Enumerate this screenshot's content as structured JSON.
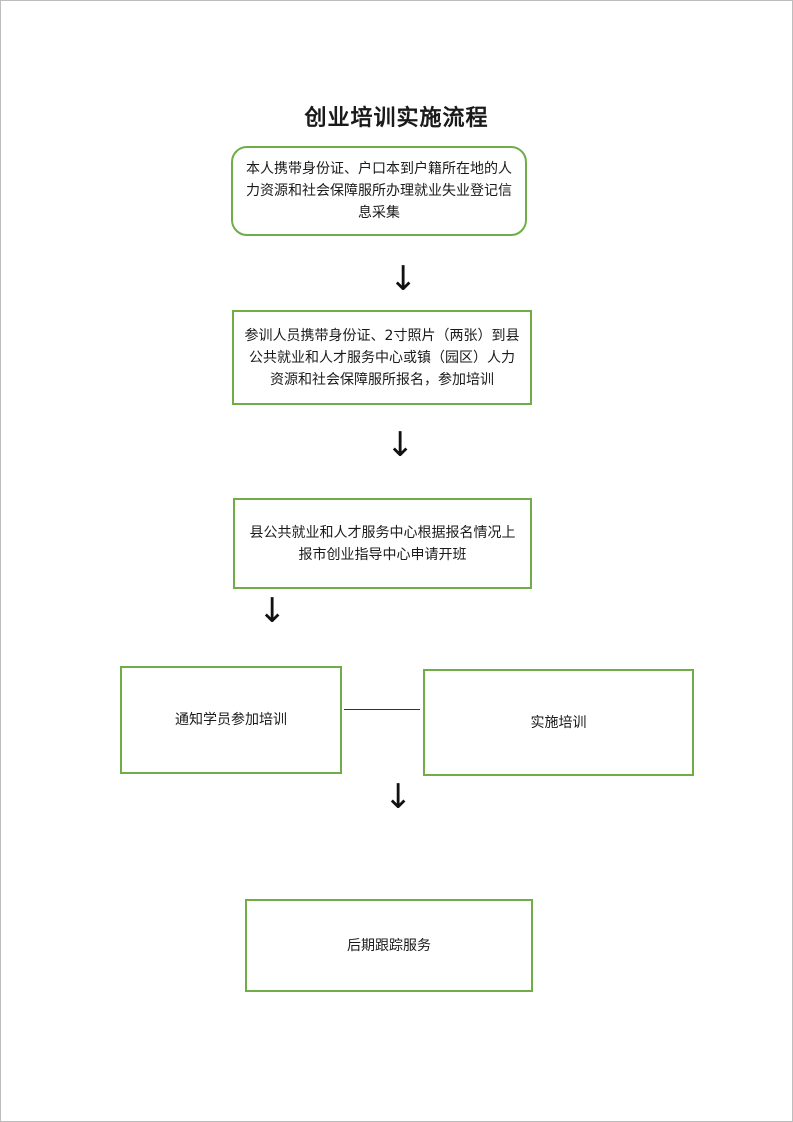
{
  "title": "创业培训实施流程",
  "steps": [
    {
      "text": "本人携带身份证、户口本到户籍所在地的人力资源和社会保障服所办理就业失业登记信息采集"
    },
    {
      "text": "参训人员携带身份证、2寸照片（两张）到县公共就业和人才服务中心或镇（园区）人力资源和社会保障服所报名，参加培训"
    },
    {
      "text": "县公共就业和人才服务中心根据报名情况上报市创业指导中心申请开班"
    },
    {
      "text": "通知学员参加培训"
    },
    {
      "text": "实施培训"
    },
    {
      "text": "后期跟踪服务"
    }
  ],
  "arrow_glyph": "↓",
  "colors": {
    "box_border": "#70ad47",
    "text": "#1a1a1a"
  }
}
